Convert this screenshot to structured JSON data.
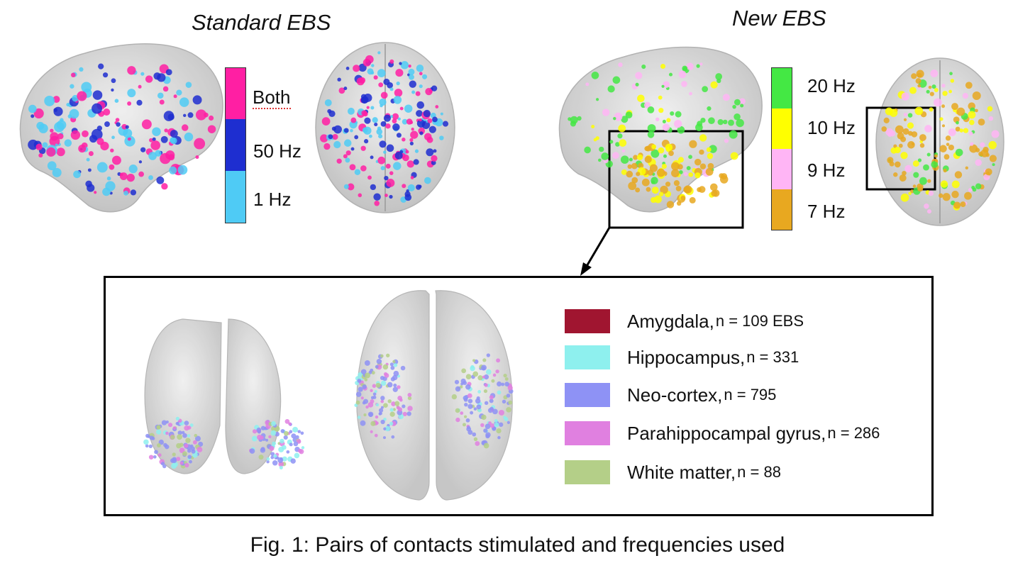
{
  "titles": {
    "standard": "Standard EBS",
    "new": "New EBS"
  },
  "standard_legend": [
    {
      "label": "Both",
      "color": "#ff1fa3"
    },
    {
      "label": "50 Hz",
      "color": "#1e2ed0"
    },
    {
      "label": "1 Hz",
      "color": "#4fcbf5"
    }
  ],
  "new_legend": [
    {
      "label": "20 Hz",
      "color": "#44e844"
    },
    {
      "label": "10 Hz",
      "color": "#ffff00"
    },
    {
      "label": "9 Hz",
      "color": "#ffb5f5"
    },
    {
      "label": "7 Hz",
      "color": "#e8a820"
    }
  ],
  "inset_legend": [
    {
      "name": "Amygdala,",
      "count": "n = 109 EBS",
      "color": "#a01530"
    },
    {
      "name": "Hippocampus,",
      "count": "n = 331",
      "color": "#8ef0ee"
    },
    {
      "name": "Neo-cortex,",
      "count": "n = 795",
      "color": "#8e92f5"
    },
    {
      "name": "Parahippocampal gyrus,",
      "count": "n = 286",
      "color": "#e080e0"
    },
    {
      "name": "White matter,",
      "count": "n = 88",
      "color": "#b4cf88"
    }
  ],
  "caption": "Fig. 1: Pairs of contacts stimulated and frequencies used"
}
